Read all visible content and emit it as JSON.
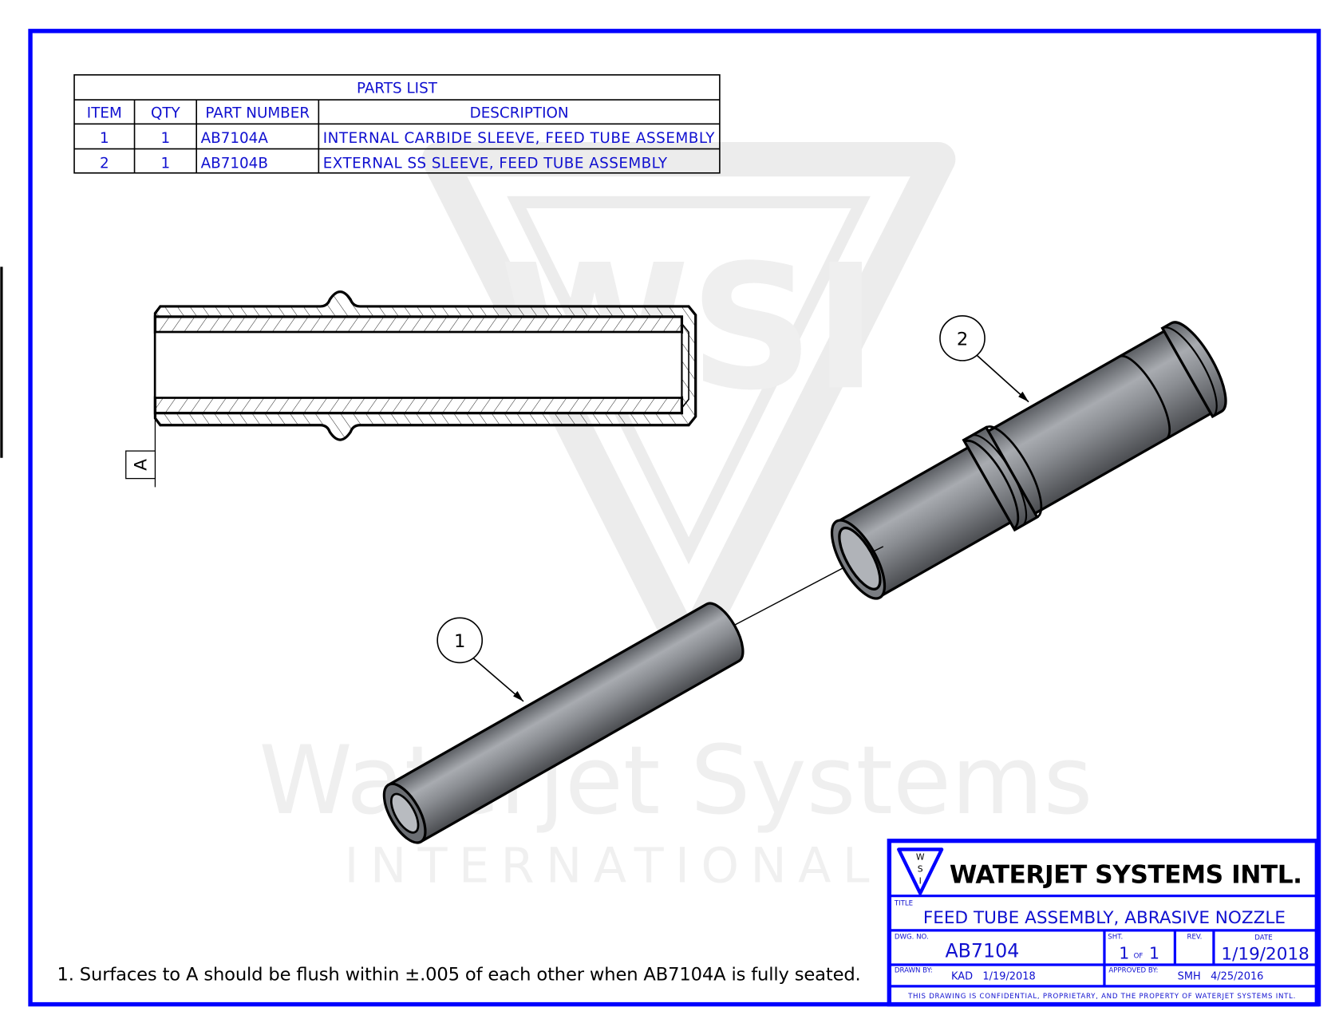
{
  "parts_list": {
    "title": "PARTS LIST",
    "headers": [
      "ITEM",
      "QTY",
      "PART NUMBER",
      "DESCRIPTION"
    ],
    "rows": [
      [
        "1",
        "1",
        "AB7104A",
        "INTERNAL CARBIDE SLEEVE, FEED TUBE ASSEMBLY"
      ],
      [
        "2",
        "1",
        "AB7104B",
        "EXTERNAL SS SLEEVE, FEED TUBE ASSEMBLY"
      ]
    ]
  },
  "datum_label": "A",
  "balloons": [
    "1",
    "2"
  ],
  "watermark": {
    "logo_letters": "WSI",
    "line1": "Waterjet Systems",
    "line2": "INTERNATIONAL"
  },
  "note": "1. Surfaces to A should be flush within ±.005 of each other when AB7104A is fully seated.",
  "title_block": {
    "logo_letters": [
      "W",
      "S",
      "I"
    ],
    "company": "WATERJET SYSTEMS INTL.",
    "title_label": "TITLE",
    "title": "FEED TUBE ASSEMBLY, ABRASIVE NOZZLE",
    "dwg_no_label": "DWG. NO.",
    "dwg_no": "AB7104",
    "sht_label": "SHT.",
    "sht": "1",
    "sht_of": "OF",
    "sht_total": "1",
    "rev_label": "REV.",
    "rev": "",
    "date_label": "DATE",
    "date": "1/19/2018",
    "drawn_by_label": "DRAWN BY:",
    "drawn_by": "KAD   1/19/2018",
    "approved_by_label": "APPROVED BY:",
    "approved_by": "SMH   4/25/2016",
    "confidential": "THIS DRAWING IS CONFIDENTIAL, PROPRIETARY, AND THE PROPERTY OF WATERJET SYSTEMS INTL."
  },
  "colors": {
    "border": "#0000ff",
    "text": "#1010d0",
    "part_gray": "#8a8d92"
  }
}
